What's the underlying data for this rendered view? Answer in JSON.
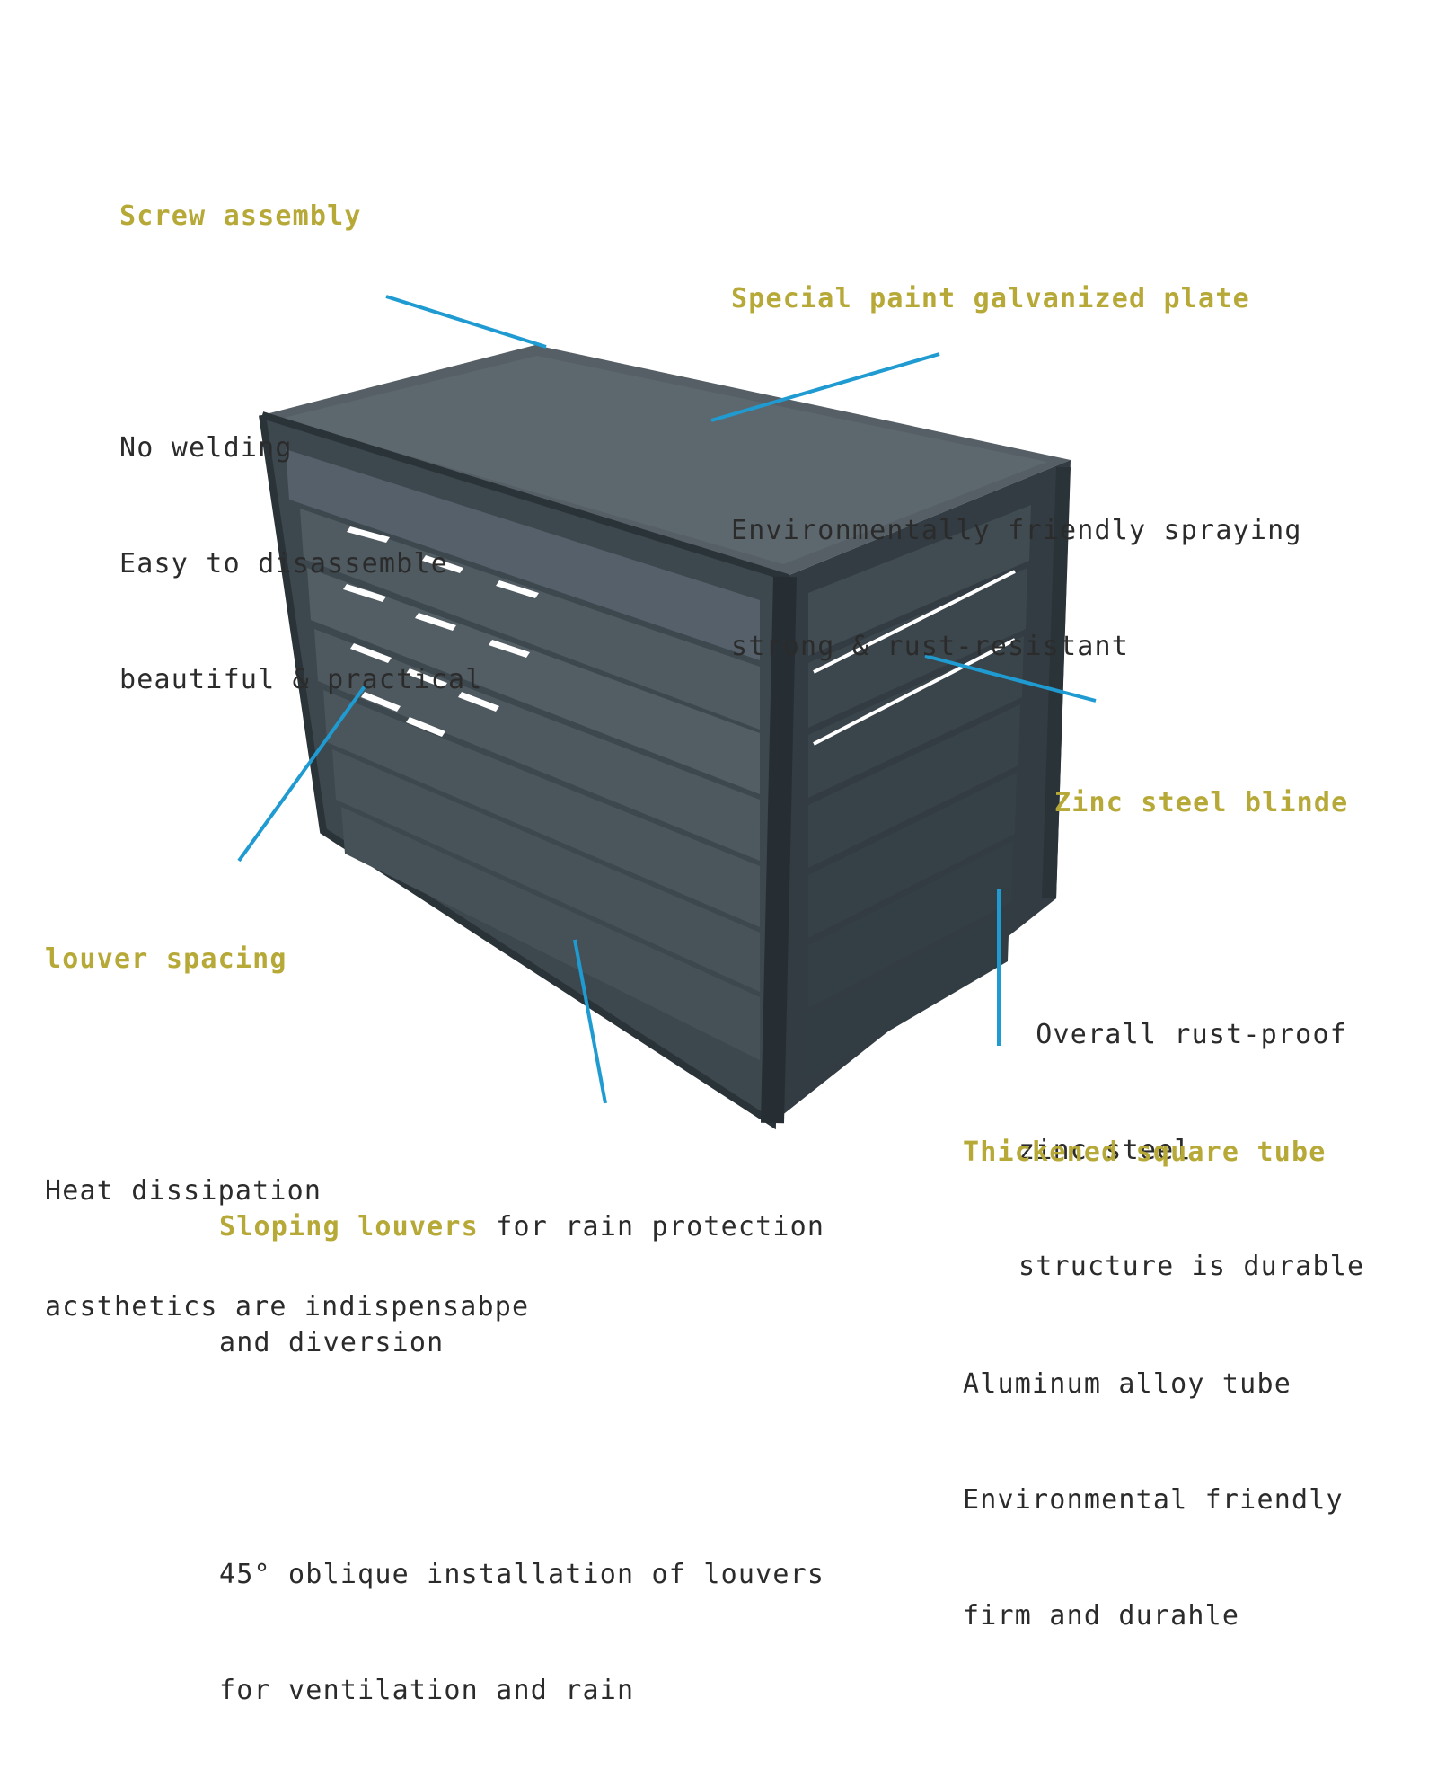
{
  "colors": {
    "heading": "#b7a938",
    "body_text": "#2b2b2b",
    "leader_line": "#1f9bd1",
    "cabinet_dark": "#3a454c",
    "cabinet_mid": "#4a565d",
    "cabinet_light": "#5c676d"
  },
  "callouts": {
    "screw": {
      "heading": "Screw assembly",
      "lines": [
        "No welding",
        "Easy to disassemble",
        "beautiful & practical"
      ]
    },
    "paint": {
      "heading": "Special paint galvanized plate",
      "lines": [
        "Environmentally friendly spraying",
        "strong & rust-resistant"
      ]
    },
    "zinc": {
      "heading": "Zinc steel blinde",
      "lines": [
        " Overall rust-proof",
        "zinc steel",
        "structure is durable"
      ]
    },
    "louver": {
      "heading": "louver spacing",
      "lines": [
        "Heat dissipation",
        "acsthetics are indispensabpe"
      ]
    },
    "tube": {
      "heading": "Thickened square tube",
      "lines": [
        "Aluminum alloy tube",
        "Environmental friendly",
        "firm and durahle"
      ]
    },
    "sloping": {
      "heading": "Sloping louvers",
      "heading_rest": " for rain protection",
      "line2": "and diversion",
      "lines": [
        "45° oblique installation of louvers",
        "for ventilation and rain"
      ]
    }
  }
}
